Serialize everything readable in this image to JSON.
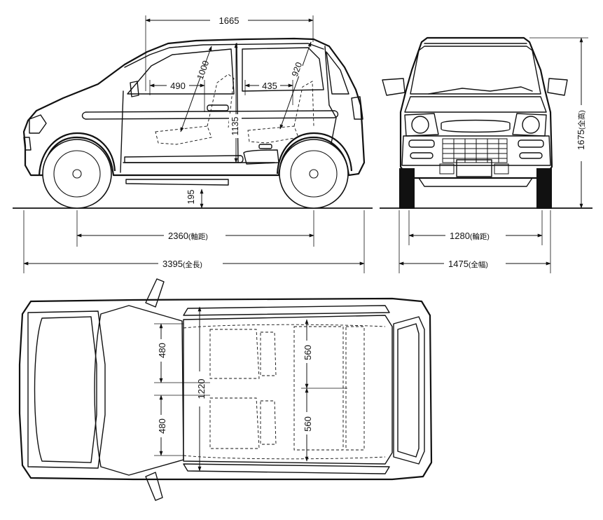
{
  "side_view": {
    "roof_length": "1665",
    "front_headroom": "1000",
    "front_legroom": "490",
    "rear_headroom": "920",
    "rear_legroom": "435",
    "interior_height": "1135",
    "ground_clearance": "195",
    "wheelbase": "2360",
    "wheelbase_note": "(軸距)",
    "overall_length": "3395",
    "overall_length_note": "(全長)"
  },
  "front_view": {
    "overall_height": "1675",
    "overall_height_note": "(全高)",
    "tread": "1280",
    "tread_note": "(輪距)",
    "overall_width": "1475",
    "overall_width_note": "(全幅)"
  },
  "top_view": {
    "front_seat_width_upper": "480",
    "front_seat_width_lower": "480",
    "interior_width": "1220",
    "rear_seat_width_upper": "560",
    "rear_seat_width_lower": "560"
  }
}
